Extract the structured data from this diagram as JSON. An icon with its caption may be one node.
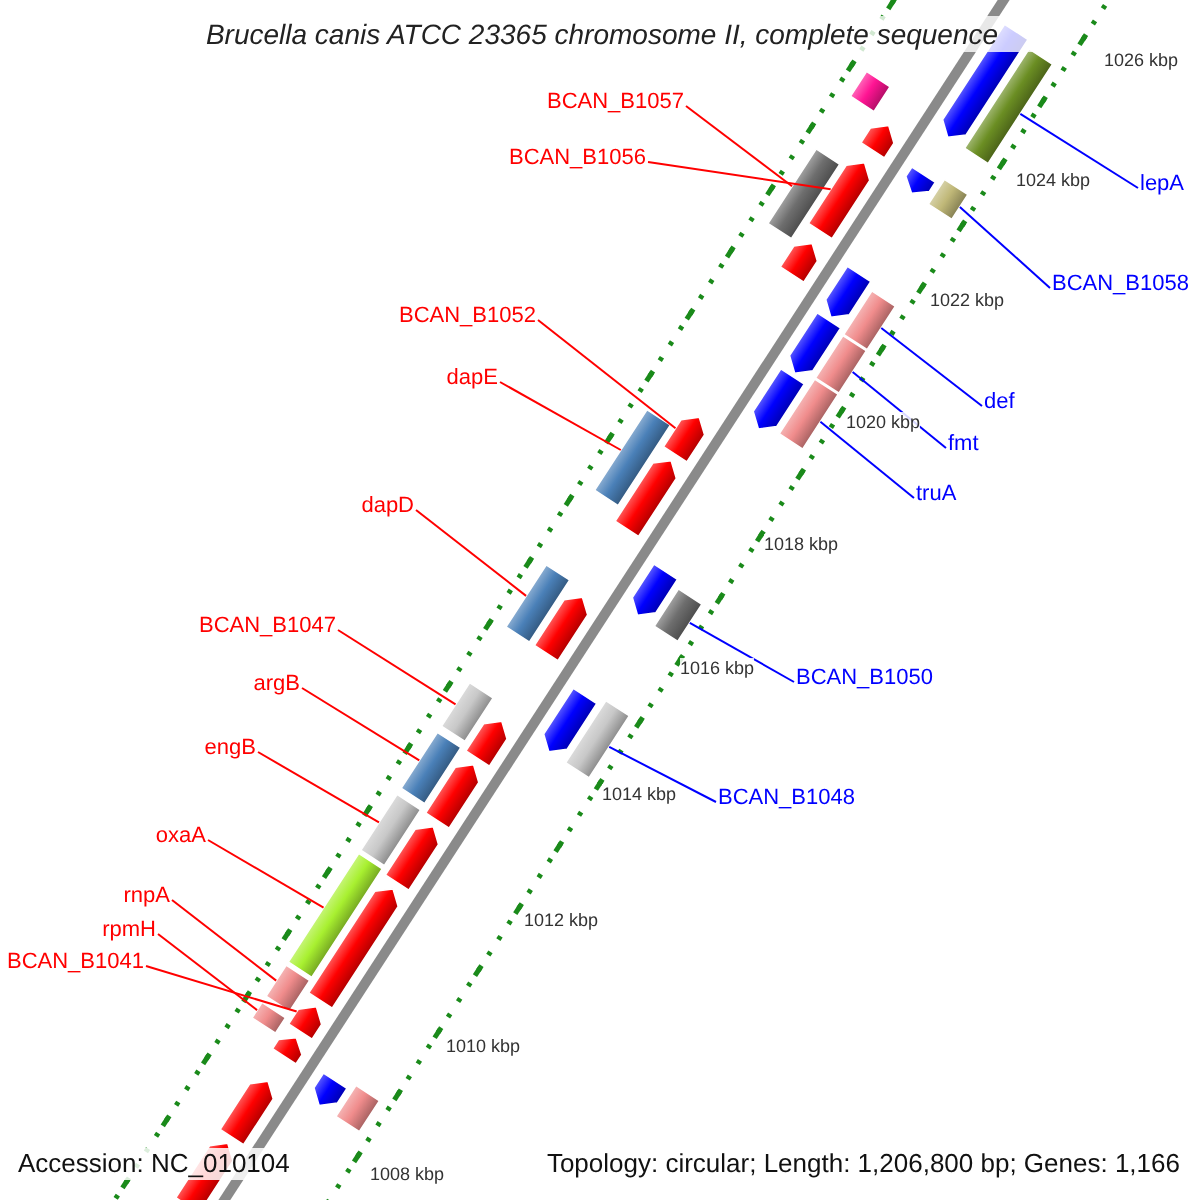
{
  "diagram": {
    "title": "Brucella canis ATCC 23365 chromosome II, complete sequence",
    "nodes": [
      {
        "text": [
          "BCAN_B1057"
        ]
      },
      {
        "text": [],
        "shape": "bar"
      },
      {
        "text": [
          "BCAN_B1056"
        ]
      },
      {
        "text": [],
        "shape": "bar"
      },
      {
        "text": [
          "lepA"
        ]
      },
      {
        "text": [],
        "shape": "bar"
      },
      {
        "text": [
          "BCAN_B1058"
        ]
      },
      {
        "text": [],
        "shape": "bar"
      },
      {
        "text": [
          "BCAN_B1052"
        ]
      },
      {
        "text": [],
        "shape": "bar"
      },
      {
        "text": [
          "dapE"
        ]
      },
      {
        "text": [],
        "shape": "bar"
      },
      {
        "text": [
          "def"
        ]
      },
      {
        "text": [],
        "shape": "bar"
      },
      {
        "text": [
          "fmt"
        ]
      },
      {
        "text": [],
        "shape": "bar"
      },
      {
        "text": [
          "truA"
        ]
      },
      {
        "text": [],
        "shape": "bar"
      },
      {
        "text": [
          "dapD"
        ]
      },
      {
        "text": [],
        "shape": "bar"
      },
      {
        "text": [
          "BCAN_B1047"
        ]
      },
      {
        "text": [],
        "shape": "bar"
      },
      {
        "text": [
          "BCAN_B1050"
        ]
      },
      {
        "text": [],
        "shape": "bar"
      },
      {
        "text": [
          "argB"
        ]
      },
      {
        "text": [],
        "shape": "bar"
      },
      {
        "text": [
          "engB"
        ]
      },
      {
        "text": [],
        "shape": "bar"
      },
      {
        "text": [
          "BCAN_B1048"
        ]
      },
      {
        "text": [],
        "shape": "bar"
      },
      {
        "text": [
          "oxaA"
        ]
      },
      {
        "text": [],
        "shape": "bar"
      },
      {
        "text": [
          "rnpA"
        ]
      },
      {
        "text": [],
        "shape": "bar"
      },
      {
        "text": [
          "rpmH"
        ]
      },
      {
        "text": [],
        "shape": "bar"
      },
      {
        "text": [
          "BCAN_B1041"
        ]
      },
      {
        "text": [],
        "shape": "bar"
      },
      {
        "text": [],
        "shape": "bar"
      },
      {
        "text": [],
        "shape": "bar"
      },
      {
        "text": [],
        "shape": "bar"
      },
      {
        "text": [],
        "shape": "bar"
      },
      {
        "text": [],
        "shape": "bar"
      },
      {
        "text": [],
        "shape": "bar"
      },
      {
        "text": [],
        "shape": "bar"
      },
      {
        "text": [],
        "shape": "bar"
      },
      {
        "text": [],
        "shape": "bar"
      },
      {
        "text": [],
        "shape": "bar"
      },
      {
        "text": [],
        "shape": "bar"
      },
      {
        "text": [],
        "shape": "bar"
      },
      {
        "text": [],
        "shape": "bar"
      },
      {
        "text": [],
        "shape": "bar"
      },
      {
        "text": [],
        "shape": "bar"
      },
      {
        "text": [],
        "shape": "bar"
      },
      {
        "text": [],
        "shape": "bar"
      },
      {
        "text": [],
        "shape": "bar"
      },
      {
        "text": [],
        "shape": "bar"
      },
      {
        "text": [],
        "shape": "bar"
      },
      {
        "text": [],
        "shape": "bar"
      }
    ],
    "edges": [
      {
        "from": 0,
        "to": 1,
        "arrow": "none"
      },
      {
        "from": 2,
        "to": 3,
        "arrow": "none"
      },
      {
        "from": 4,
        "to": 5,
        "arrow": "none",
        "color": "#0000ff"
      },
      {
        "from": 6,
        "to": 7,
        "arrow": "none",
        "color": "#0000ff"
      },
      {
        "from": 8,
        "to": 9,
        "arrow": "none"
      },
      {
        "from": 10,
        "to": 11,
        "arrow": "none"
      },
      {
        "from": 12,
        "to": 13,
        "arrow": "none",
        "color": "#0000ff"
      },
      {
        "from": 14,
        "to": 15,
        "arrow": "none",
        "color": "#0000ff"
      },
      {
        "from": 16,
        "to": 17,
        "arrow": "none",
        "color": "#0000ff"
      },
      {
        "from": 18,
        "to": 19,
        "arrow": "none"
      },
      {
        "from": 20,
        "to": 21,
        "arrow": "none"
      },
      {
        "from": 22,
        "to": 23,
        "arrow": "none",
        "color": "#0000ff"
      },
      {
        "from": 24,
        "to": 25,
        "arrow": "none"
      },
      {
        "from": 26,
        "to": 27,
        "arrow": "none"
      },
      {
        "from": 28,
        "to": 29,
        "arrow": "none",
        "color": "#0000ff"
      },
      {
        "from": 30,
        "to": 31,
        "arrow": "none"
      },
      {
        "from": 32,
        "to": 33,
        "arrow": "none"
      },
      {
        "from": 34,
        "to": 35,
        "arrow": "none"
      },
      {
        "from": 36,
        "to": 37,
        "arrow": "none"
      }
    ],
    "labels": [
      "1026 kbp",
      "1024 kbp",
      "1022 kbp",
      "1020 kbp",
      "1018 kbp",
      "1016 kbp",
      "1014 kbp",
      "1012 kbp",
      "1010 kbp",
      "1008 kbp",
      "Accession: NC_010104",
      "Topology: circular; Length: 1,206,800 bp; Genes: 1,166"
    ]
  }
}
